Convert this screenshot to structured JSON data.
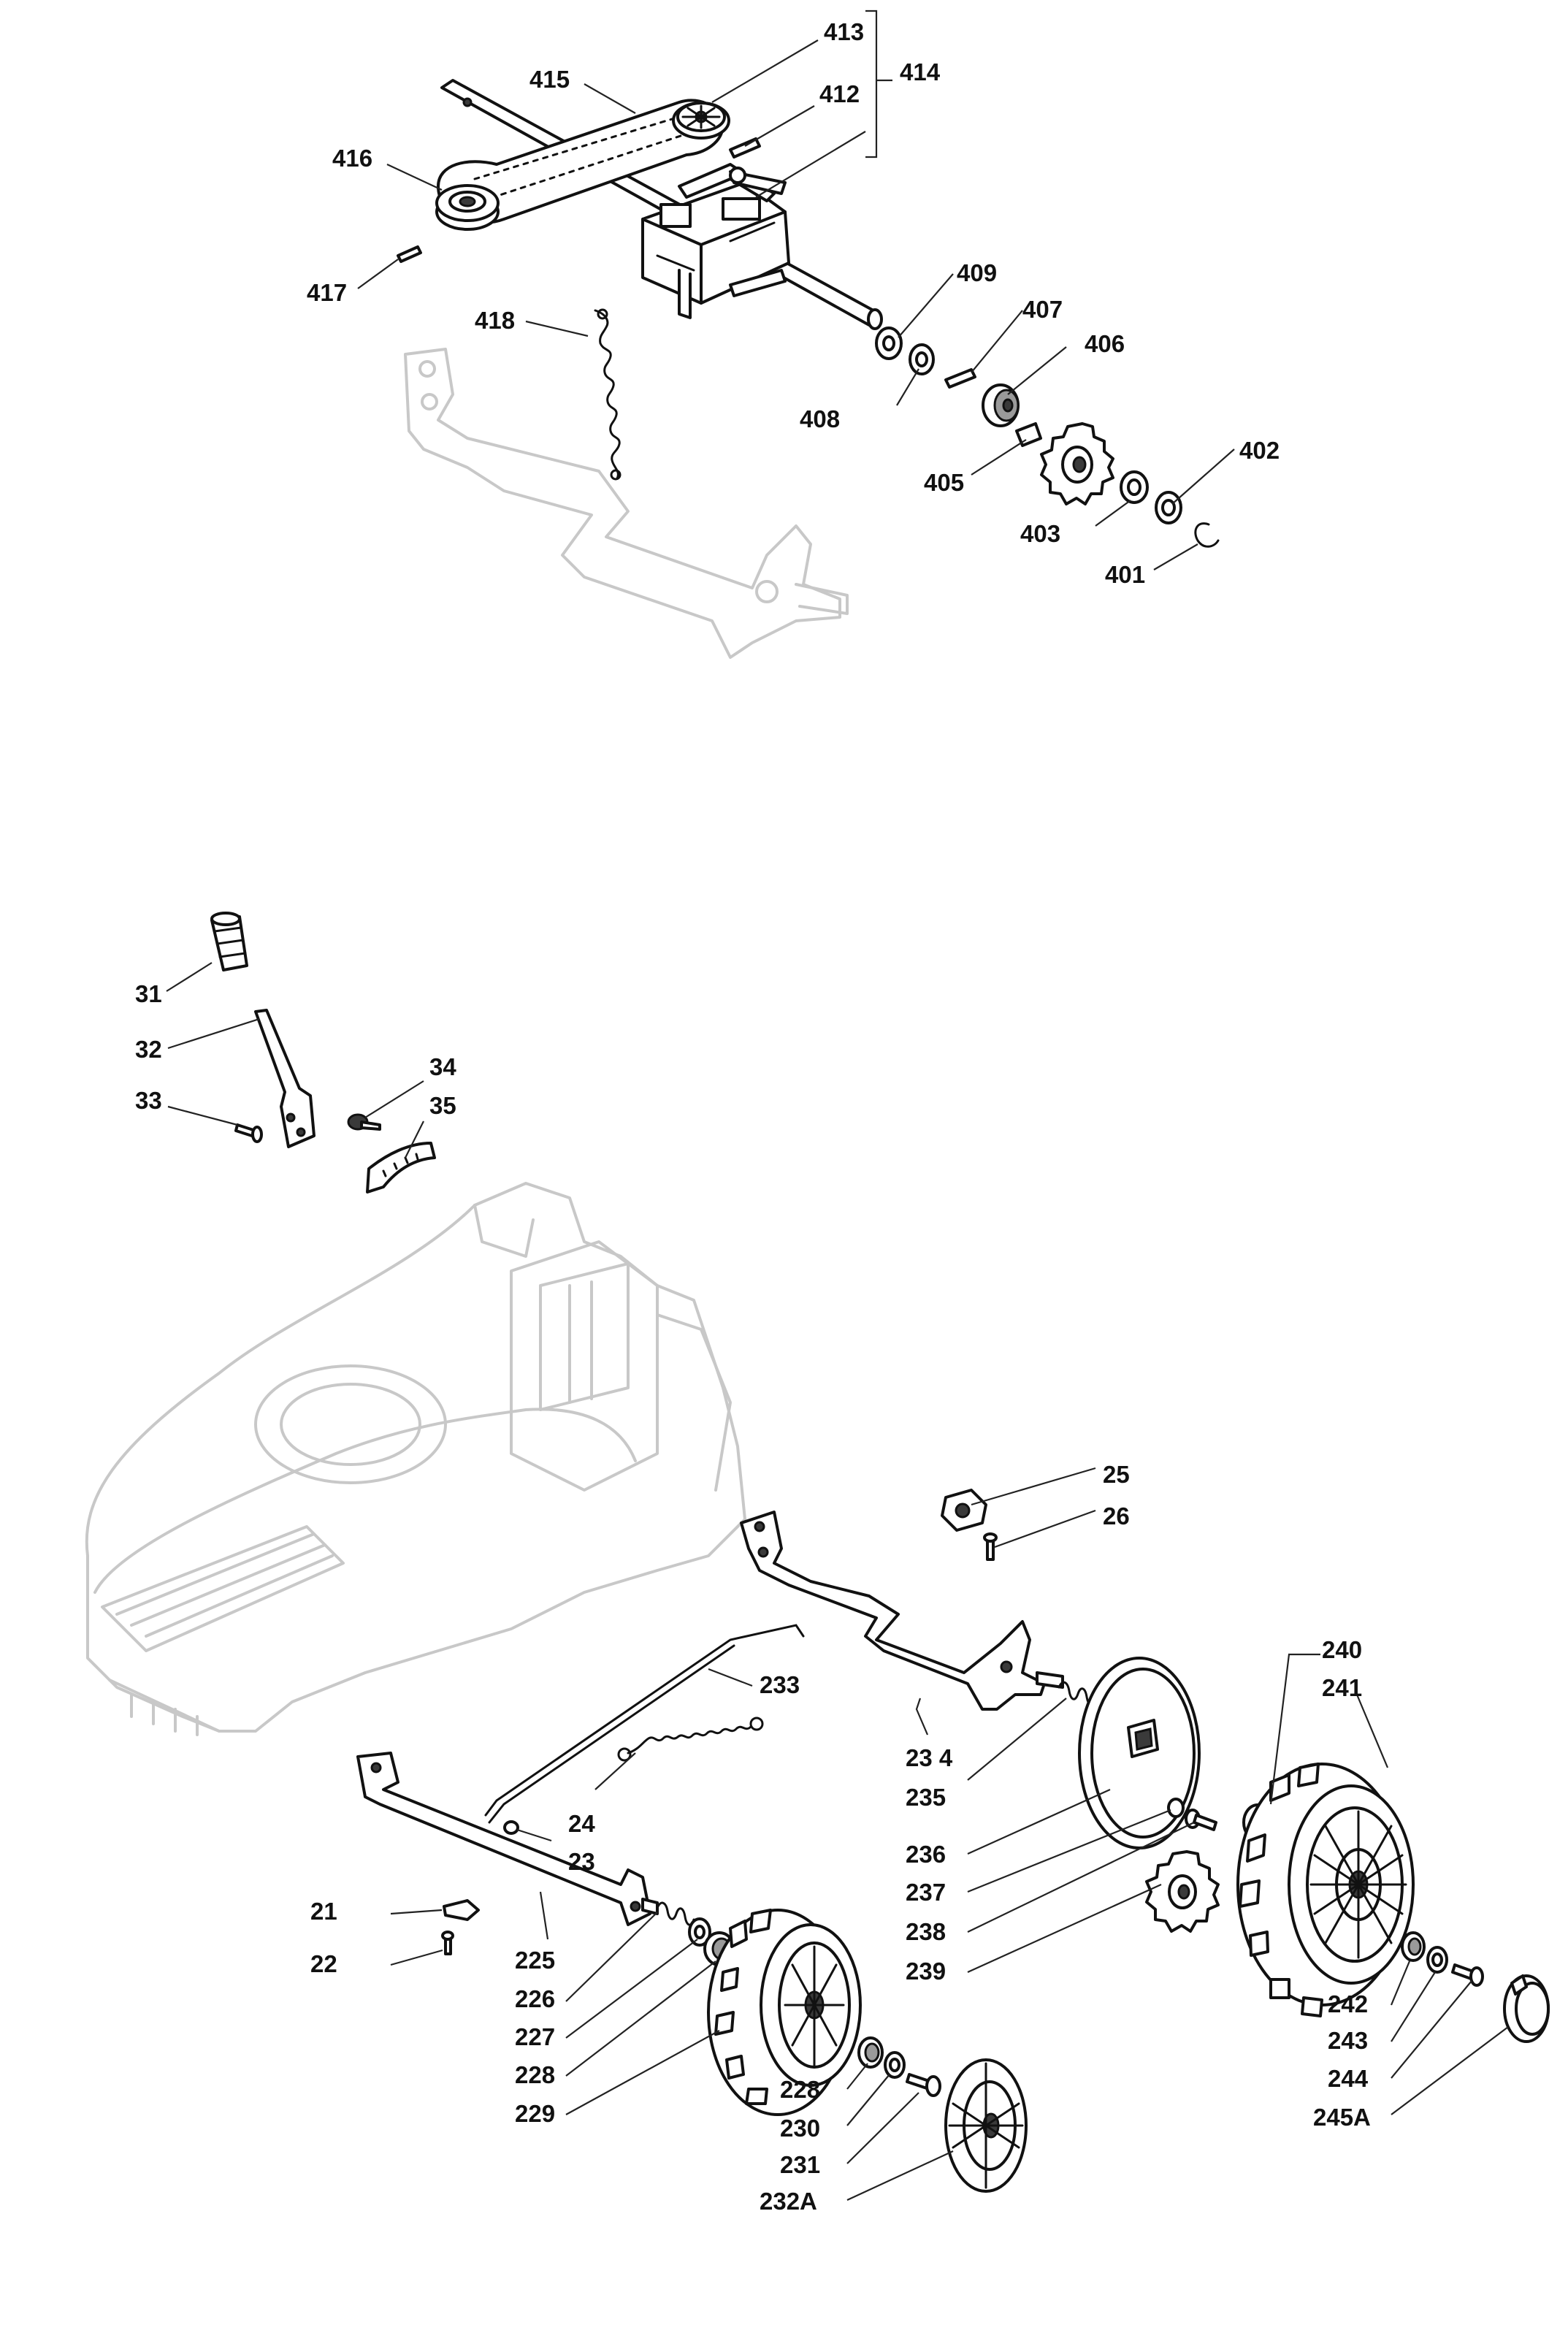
{
  "diagram": {
    "type": "exploded-parts-diagram",
    "callouts": {
      "c413": "413",
      "c415": "415",
      "c414": "414",
      "c412": "412",
      "c416": "416",
      "c417": "417",
      "c418": "418",
      "c409": "409",
      "c407": "407",
      "c406": "406",
      "c408": "408",
      "c405": "405",
      "c402": "402",
      "c403": "403",
      "c401": "401",
      "c31": "31",
      "c32": "32",
      "c33": "33",
      "c34": "34",
      "c35": "35",
      "c25": "25",
      "c26": "26",
      "c233": "233",
      "c240": "240",
      "c241": "241",
      "c24": "24",
      "c23": "23",
      "c234": "23 4",
      "c235": "235",
      "c21": "21",
      "c22": "22",
      "c225": "225",
      "c236": "236",
      "c237": "237",
      "c238": "238",
      "c239": "239",
      "c226": "226",
      "c227": "227",
      "c228a": "228",
      "c229": "229",
      "c228b": "228",
      "c230": "230",
      "c231": "231",
      "c232a": "232A",
      "c242": "242",
      "c243": "243",
      "c244": "244",
      "c245a": "245A"
    }
  }
}
